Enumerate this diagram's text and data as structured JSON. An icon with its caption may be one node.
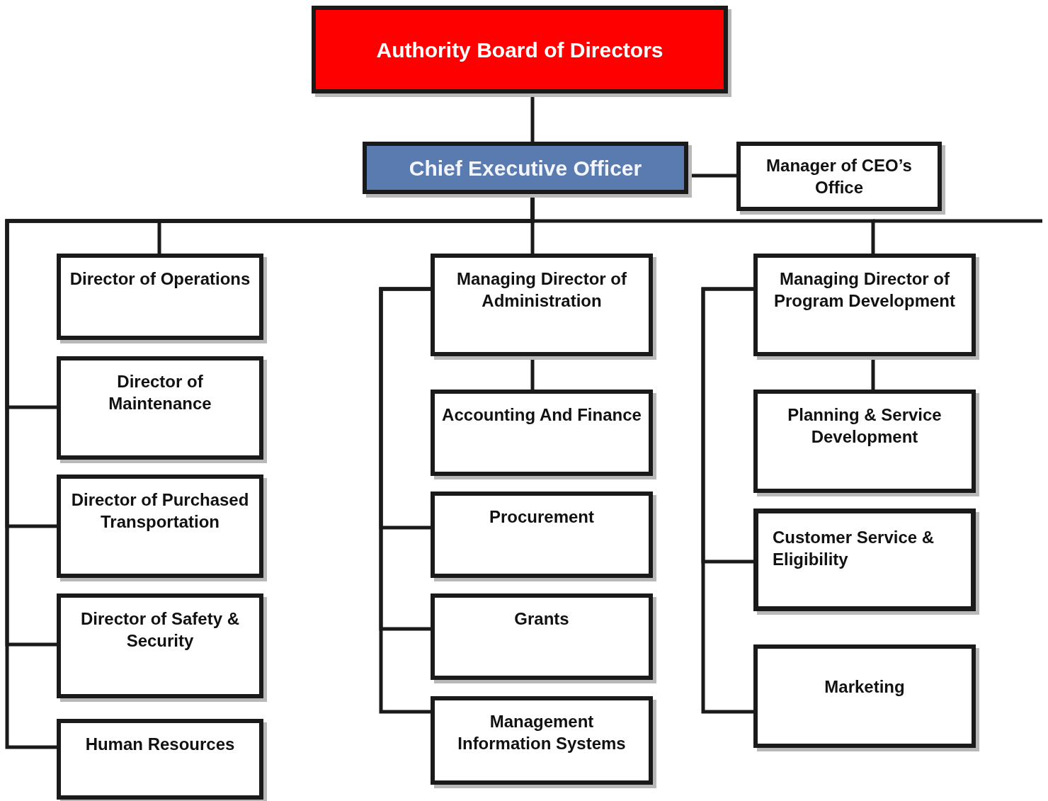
{
  "diagram": {
    "nodes": [
      {
        "text": [
          "Authority Board of Directors"
        ]
      },
      {
        "text": [
          "Chief Executive Officer"
        ]
      },
      {
        "text": [
          "Manager of CEO’s Office"
        ]
      },
      {
        "text": [
          "Director of Operations"
        ]
      },
      {
        "text": [
          "Director of Maintenance"
        ]
      },
      {
        "text": [
          "Director of Purchased Transportation"
        ]
      },
      {
        "text": [
          "Director of Safety & Security"
        ]
      },
      {
        "text": [
          "Human Resources"
        ]
      },
      {
        "text": [
          "Managing Director of Administration"
        ]
      },
      {
        "text": [
          "Accounting And Finance"
        ]
      },
      {
        "text": [
          "Procurement"
        ]
      },
      {
        "text": [
          "Grants"
        ]
      },
      {
        "text": [
          "Management Information Systems"
        ]
      },
      {
        "text": [
          "Managing Director of Program Development"
        ]
      },
      {
        "text": [
          "Planning & Service Development"
        ]
      },
      {
        "text": [
          "Customer Service & Eligibility"
        ]
      },
      {
        "text": [
          "Marketing"
        ]
      }
    ],
    "edges": [
      {
        "from": 0,
        "to": 1,
        "arrow": "none"
      },
      {
        "from": 1,
        "to": 2,
        "arrow": "none"
      },
      {
        "from": 1,
        "to": 3,
        "arrow": "none"
      },
      {
        "from": 1,
        "to": 4,
        "arrow": "none"
      },
      {
        "from": 1,
        "to": 5,
        "arrow": "none"
      },
      {
        "from": 1,
        "to": 6,
        "arrow": "none"
      },
      {
        "from": 1,
        "to": 7,
        "arrow": "none"
      },
      {
        "from": 1,
        "to": 8,
        "arrow": "none"
      },
      {
        "from": 1,
        "to": 13,
        "arrow": "none"
      },
      {
        "from": 8,
        "to": 9,
        "arrow": "none"
      },
      {
        "from": 8,
        "to": 10,
        "arrow": "none"
      },
      {
        "from": 8,
        "to": 11,
        "arrow": "none"
      },
      {
        "from": 8,
        "to": 12,
        "arrow": "none"
      },
      {
        "from": 13,
        "to": 14,
        "arrow": "none"
      },
      {
        "from": 13,
        "to": 15,
        "arrow": "none"
      },
      {
        "from": 13,
        "to": 16,
        "arrow": "none"
      }
    ]
  }
}
